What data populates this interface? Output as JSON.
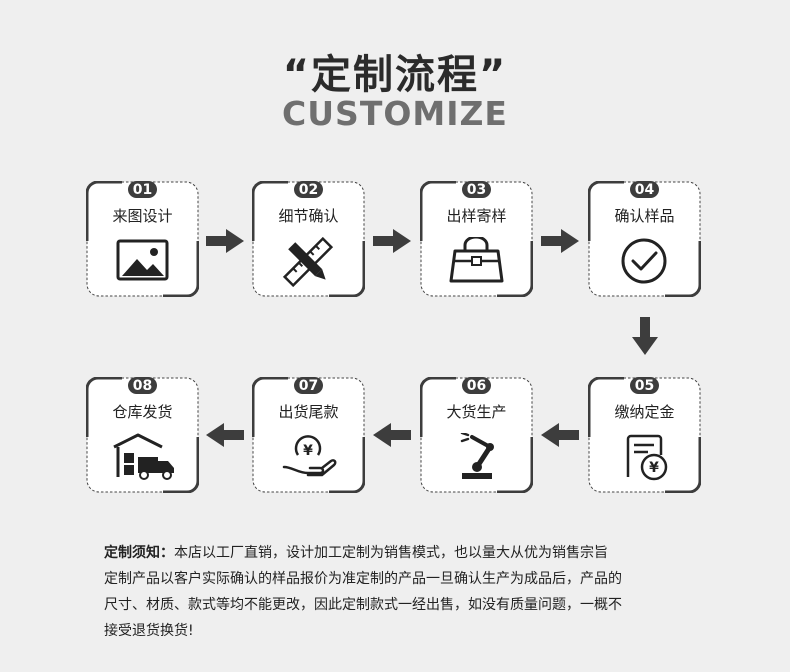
{
  "title": "“定制流程”",
  "subtitle": "CUSTOMIZE",
  "steps": [
    {
      "num": "01",
      "label": "来图设计",
      "icon": "image-icon"
    },
    {
      "num": "02",
      "label": "细节确认",
      "icon": "pencil-ruler-icon"
    },
    {
      "num": "03",
      "label": "出样寄样",
      "icon": "handbag-icon"
    },
    {
      "num": "04",
      "label": "确认样品",
      "icon": "check-circle-icon"
    },
    {
      "num": "05",
      "label": "缴纳定金",
      "icon": "yen-invoice-icon"
    },
    {
      "num": "06",
      "label": "大货生产",
      "icon": "robot-arm-icon"
    },
    {
      "num": "07",
      "label": "出货尾款",
      "icon": "yen-hand-icon"
    },
    {
      "num": "08",
      "label": "仓库发货",
      "icon": "warehouse-truck-icon"
    }
  ],
  "note": {
    "heading": "定制须知：",
    "lines": [
      "本店以工厂直销，设计加工定制为销售模式，也以量大从优为销售宗旨",
      "定制产品以客户实际确认的样品报价为准定制的产品一旦确认生产为成品后，产品的",
      "尺寸、材质、款式等均不能更改，因此定制款式一经出售，如没有质量问题，一概不",
      "接受退货换货!"
    ]
  },
  "colors": {
    "dark": "#3d3d3d",
    "text": "#222222",
    "background": "#efefef"
  }
}
